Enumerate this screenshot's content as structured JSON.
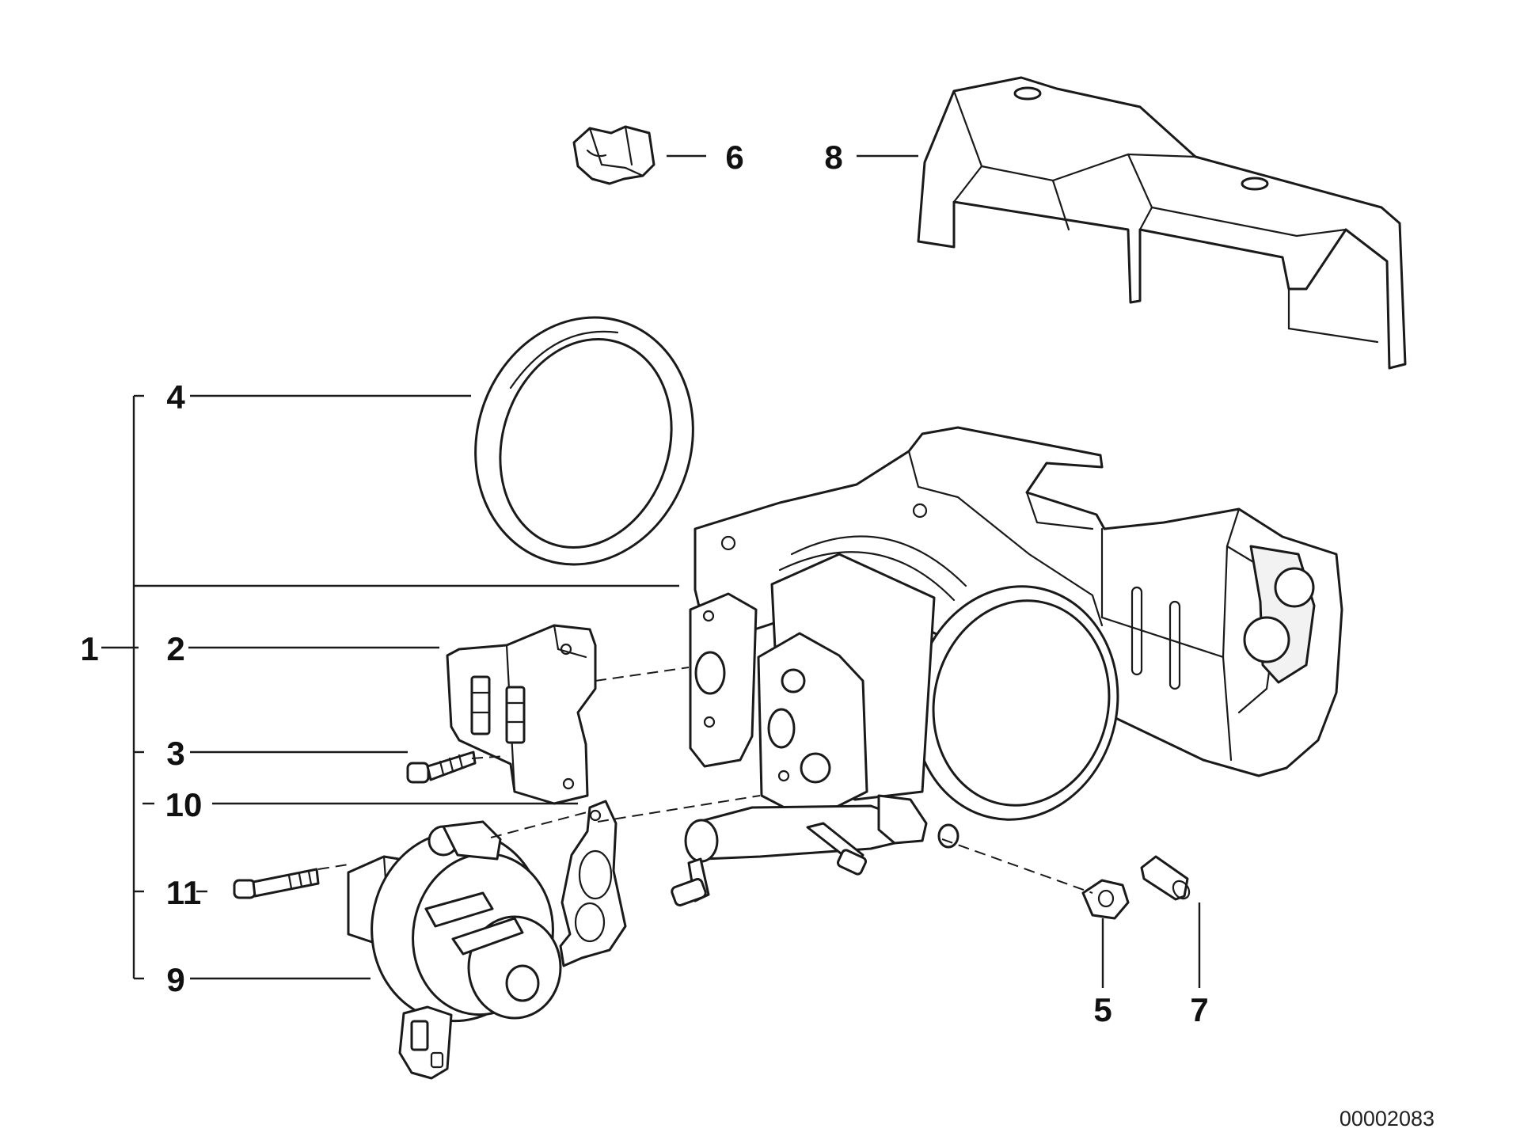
{
  "diagram": {
    "drawing_number": "00002083",
    "callouts": {
      "c1": "1",
      "c2": "2",
      "c3": "3",
      "c4": "4",
      "c5": "5",
      "c6": "6",
      "c7": "7",
      "c8": "8",
      "c9": "9",
      "c10": "10",
      "c11": "11"
    },
    "line_color": "#1a1a1a",
    "background_color": "#ffffff"
  }
}
